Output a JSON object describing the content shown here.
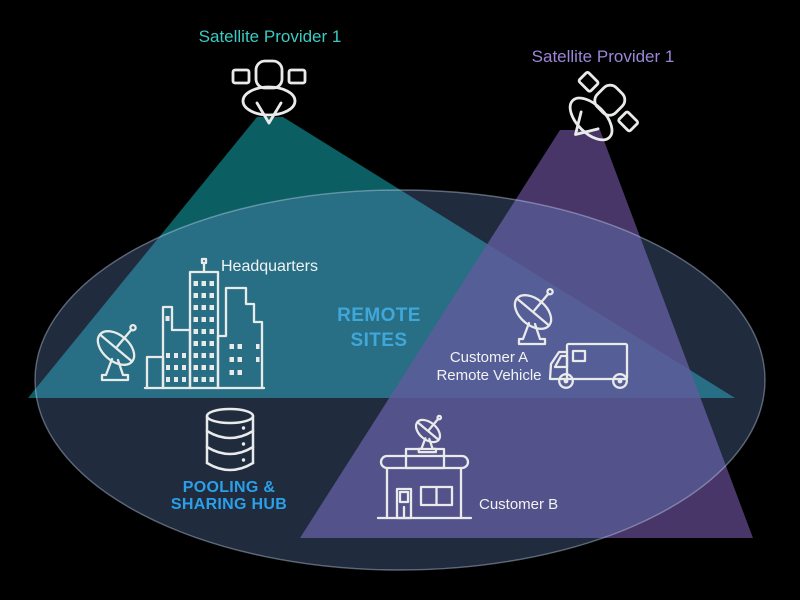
{
  "providers": [
    {
      "name": "Satellite Provider 1",
      "color": "#3ACBC3",
      "beam_color": "#0B5E62"
    },
    {
      "name": "Satellite Provider 1",
      "color": "#9C86D8",
      "beam_color": "#584280"
    }
  ],
  "regions": {
    "remote_sites": {
      "line1": "REMOTE",
      "line2": "SITES",
      "color": "#3FA7D9"
    },
    "hub": {
      "line1": "POOLING &",
      "line2": "SHARING HUB",
      "color": "#2BA0E8"
    }
  },
  "sites": {
    "headquarters": {
      "label": "Headquarters"
    },
    "customer_a": {
      "line1": "Customer A",
      "line2": "Remote Vehicle"
    },
    "customer_b": {
      "label": "Customer B"
    }
  },
  "icons": [
    "satellite-icon",
    "satellite-dish-icon",
    "city-skyline-icon",
    "truck-icon",
    "database-icon",
    "shop-building-icon"
  ],
  "colors": {
    "background": "#000000",
    "coverage_ellipse_fill": "#75A0E4",
    "icon_stroke": "#E9EAEA",
    "label_white": "#F2F3F3"
  }
}
